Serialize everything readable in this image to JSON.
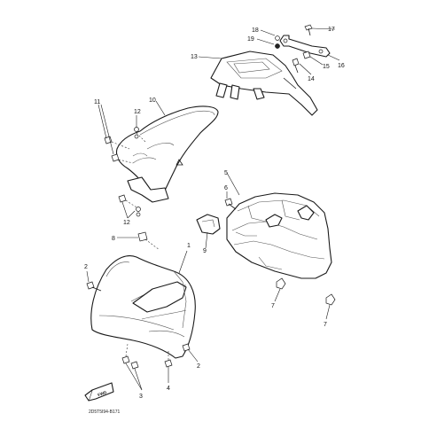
{
  "diagram": {
    "code": "2D5T5I94-B171",
    "front_arrow": "FWD",
    "callouts": [
      "1",
      "2",
      "2",
      "3",
      "4",
      "5",
      "6",
      "7",
      "7",
      "8",
      "9",
      "10",
      "11",
      "12",
      "12",
      "13",
      "14",
      "15",
      "16",
      "17",
      "18",
      "19"
    ]
  }
}
